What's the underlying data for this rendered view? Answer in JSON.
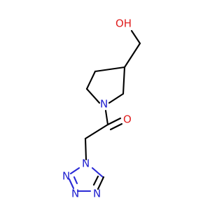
{
  "atoms": {
    "hydroxyl": "OH",
    "pyrrolidine_n": "N",
    "carbonyl_o": "O",
    "tetrazole_n1": "N",
    "tetrazole_n2": "N",
    "tetrazole_n3": "N",
    "tetrazole_n4": "N"
  },
  "colors": {
    "carbon_bond": "#000000",
    "nitrogen": "#2020d0",
    "oxygen": "#e02020",
    "background": "#ffffff"
  }
}
